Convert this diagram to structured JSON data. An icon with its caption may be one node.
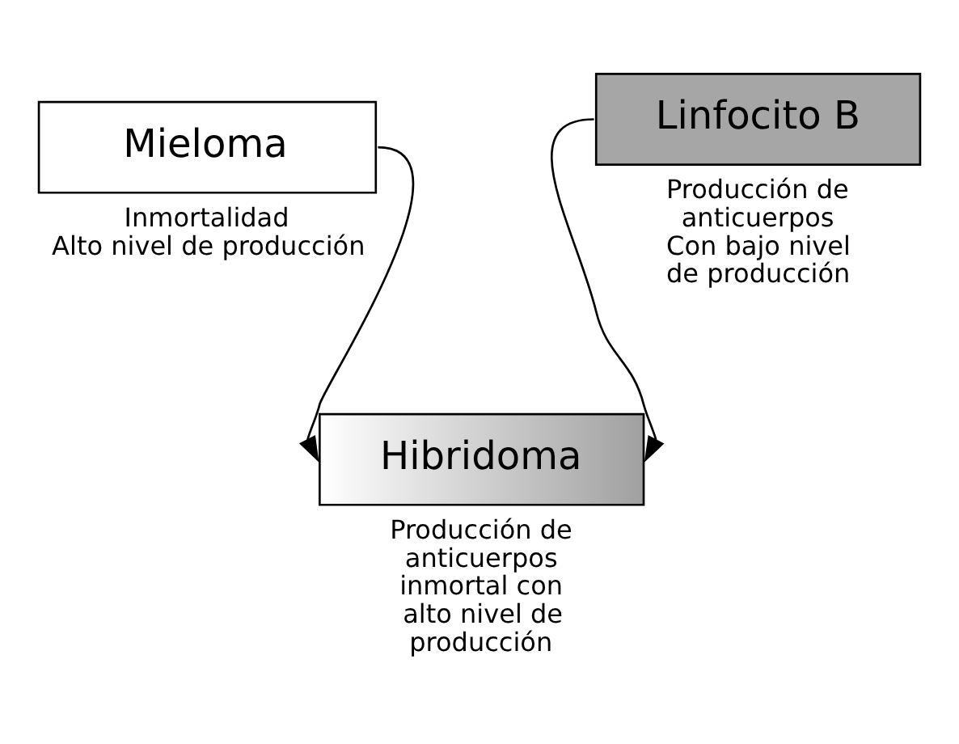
{
  "diagram": {
    "nodes": [
      {
        "text": [
          "Mieloma"
        ],
        "beside": [
          "Inmortalidad",
          "Alto nivel de producción"
        ]
      },
      {
        "text": [
          "Linfocito B"
        ],
        "beside": [
          "Producción de anticuerpos",
          "Con bajo nivel de producción"
        ]
      },
      {
        "text": [
          "Hibridoma"
        ],
        "beside": [
          "Producción de anticuerpos inmortal con alto nivel de producción"
        ]
      }
    ],
    "edges": [
      {
        "from": 0,
        "to": 2,
        "arrow": "to"
      },
      {
        "from": 1,
        "to": 2,
        "arrow": "to"
      }
    ]
  }
}
